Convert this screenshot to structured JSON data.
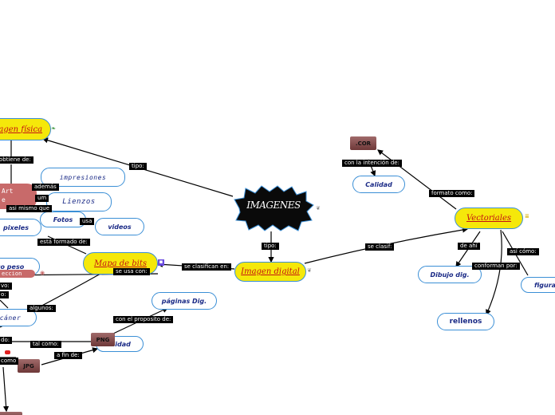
{
  "central": {
    "label": "IMAGENES"
  },
  "nodes": {
    "imagen_digital": "Imagen digital",
    "vectoriales": "Vectoriales",
    "mapa_de_bits": "Mapa de bits",
    "imagen_fisica": "Imagen física",
    "calidad_right": "Calidad",
    "dibujo_dig": "Dibujo dig.",
    "figuras": "figuras",
    "rellenos": "rellenos",
    "impresiones": "impresiones",
    "lienzos": "Lienzos",
    "fotos": "Fotos",
    "videos": "videos",
    "pixeles": "pixeles",
    "poco_peso": "co peso",
    "escaner": "cáner",
    "paginas_dig": "páginas Dig.",
    "calidad_left": "alidad",
    "cor": ".COR",
    "png": "PNG",
    "jpg": "JPG",
    "arte": "Art\ne",
    "partial_seccion": "eccion"
  },
  "labels": {
    "tipo_top": "tipo:",
    "tipo_mid": "tipo:",
    "se_clasifican": "se clasifican en:",
    "se_clasif": "se clasif:",
    "formato_como": "formato como:",
    "con_intencion": "con la intención de:",
    "de_ahi": "de ahí",
    "asi_como_right": "así cómo:",
    "conforman_por": "conforman por:",
    "esta_formado": "está formado de:",
    "algunos": "algunos:",
    "con_proposito": "con el proposito de:",
    "tal_como": "tal como:",
    "a_fin_de": "a fin de:",
    "obtiene_de": "obtiene de:",
    "ademas": "además",
    "asi_mismo_que": "asi mismo que",
    "usa": "usa",
    "um": "um",
    "se_usa_con": "se usa con:",
    "vo": "vo:",
    "o_colon": "o:",
    "do": "do:",
    "como": "como"
  },
  "colors": {
    "central_fill": "#0a0a0a",
    "central_border": "#3b8fd6",
    "main_node_fill": "#f5e80a",
    "main_node_text": "#c41212",
    "pill_border": "#3b8fd6",
    "pill_text": "#1a2a86",
    "link": "#000000"
  }
}
